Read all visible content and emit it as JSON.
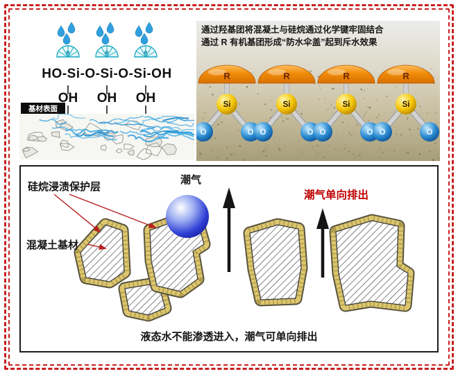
{
  "panel_top_left": {
    "formula": "HO-Si-O-Si-O-Si-OH",
    "oh_label": "OH",
    "umbrella_r_label": "R",
    "substrate_surface_label": "基材表面"
  },
  "panel_top_right": {
    "caption_line1": "通过羟基团将混凝土与硅烷通过化学键牢固结合",
    "caption_line2": "通过 R 有机基团形成“防水伞盖”起到斥水效果",
    "r_label": "R",
    "si_label": "Si",
    "o_label": "O"
  },
  "panel_bottom": {
    "protective_layer_label": "硅烷浸渍保护层",
    "moisture_label": "潮气",
    "one_way_out_label": "潮气单向排出",
    "substrate_label": "混凝土基材",
    "caption": "液态水不能渗透进入，潮气可单向排出"
  },
  "colors": {
    "frame_red": "#c81e1e",
    "one_way_red": "#c00000",
    "leader_red": "#b82020",
    "droplet_blue": "#2f9fdd",
    "umbrella_teal": "#17a9c2",
    "dome_orange": "#f08c0a",
    "si_yellow": "#f6c80a",
    "o_blue": "#2e8fd4",
    "coating_tan": "#dcc66e",
    "moisture_ball_blue": "#3141d6"
  }
}
